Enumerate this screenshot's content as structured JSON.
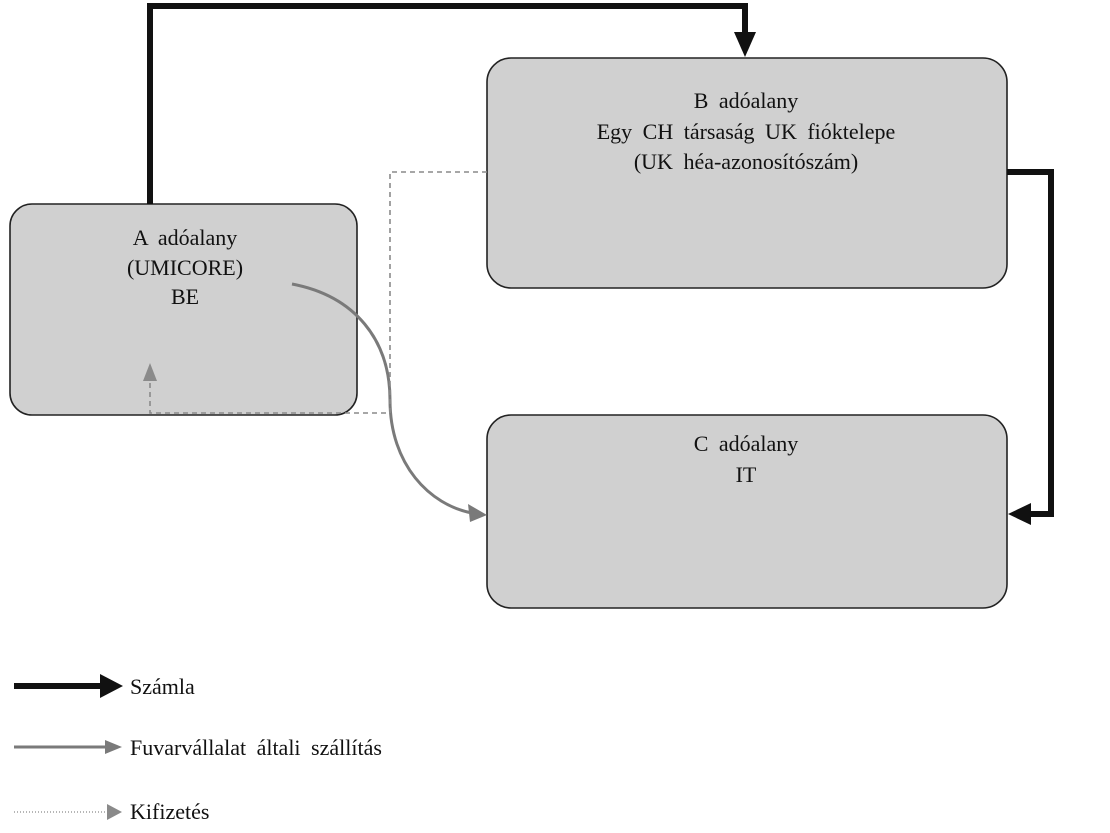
{
  "nodes": {
    "a": {
      "lines": [
        "A adóalany",
        "(UMICORE)",
        "BE"
      ]
    },
    "b": {
      "lines": [
        "B adóalany",
        "Egy CH társaság UK fióktelepe",
        "(UK héa-azonosítószám)"
      ]
    },
    "c": {
      "lines": [
        "C adóalany",
        "IT"
      ]
    }
  },
  "legend": [
    {
      "label": "Számla"
    },
    {
      "label": "Fuvarvállalat általi szállítás"
    },
    {
      "label": "Kifizetés"
    }
  ],
  "colors": {
    "box_fill": "#d0d0d0",
    "invoice": "#111111",
    "transport": "#7a7a7a",
    "payment": "#8a8a8a"
  }
}
